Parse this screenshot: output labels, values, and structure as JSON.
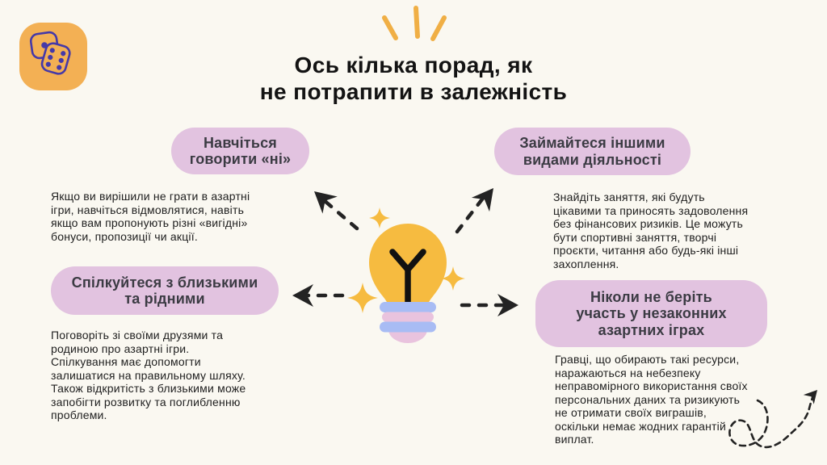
{
  "title": "Ось кілька порад, як\nне потрапити в залежність",
  "tips": [
    {
      "id": "say-no",
      "heading": "Навчіться\nговорити «ні»",
      "body": "Якщо ви вирішили не грати в азартні\nігри, навчіться відмовлятися, навіть\nякщо вам пропонують різні «вигідні»\nбонуси, пропозиції чи акції."
    },
    {
      "id": "other-activities",
      "heading": "Займайтеся іншими\nвидами діяльності",
      "body": "Знайдіть заняття, які будуть\nцікавими та приносять задоволення\nбез фінансових ризиків. Це можуть\nбути спортивні заняття, творчі\nпроєкти, читання або будь-які інші\nзахоплення."
    },
    {
      "id": "talk-to-close-ones",
      "heading": "Спілкуйтеся з близькими\nта рідними",
      "body": "Поговоріть зі своїми друзями та\nродиною про азартні ігри.\nСпілкування має допомогти\nзалишатися на правильному шляху.\nТакож відкритість з близькими може\nзапобігти розвитку та поглибленню\nпроблеми."
    },
    {
      "id": "no-illegal-gambling",
      "heading": "Ніколи не беріть\nучасть у незаконних\nазартних іграх",
      "body": "Гравці, що обирають такі ресурси,\nнаражаються на небезпеку\nнеправомірного використання своїх\nперсональних даних та ризикують\nне отримати своїх виграшів,\nоскільки немає жодних гарантій\nвиплат."
    }
  ],
  "icons": {
    "logo": "dice-logo",
    "rays": "sunburst-rays",
    "center": "lightbulb",
    "sparkle": "sparkle",
    "arrows": [
      "dashed-arrow-up-left",
      "dashed-arrow-up-right",
      "dashed-arrow-left",
      "dashed-arrow-right"
    ],
    "squiggle": "squiggle-arrow"
  },
  "colors": {
    "background": "#FAF8F1",
    "pill": "#E2C3E0",
    "logo_orange": "#F3B054",
    "dice_purple": "#4539A8",
    "bulb_yellow": "#F6BB40",
    "stripe_blue": "#A8BCF4",
    "stripe_pink": "#E9C3DE",
    "arrow_ink": "#232323",
    "title_text": "#131313",
    "heading_text": "#3B3B43",
    "body_text": "#202020"
  }
}
